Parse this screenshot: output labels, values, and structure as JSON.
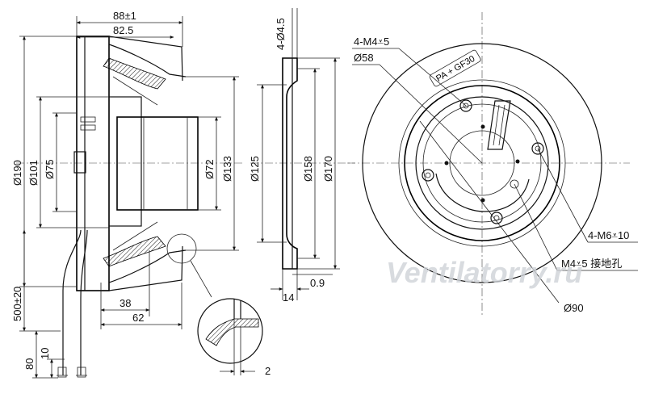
{
  "drawing": {
    "side_view": {
      "dims": {
        "overall_width": "88±1",
        "body_width": "82.5",
        "d190": "Ø190",
        "d101": "Ø101",
        "d75": "Ø75",
        "d72": "Ø72",
        "d133": "Ø133",
        "cable_len": "500±20",
        "w38": "38",
        "w62": "62",
        "c80": "80",
        "c10": "10"
      }
    },
    "section_view": {
      "dims": {
        "holes_top": "4-Ø4.5",
        "d125": "Ø125",
        "d158": "Ø158",
        "d170": "Ø170",
        "w14": "14",
        "w09": "0.9"
      }
    },
    "detail": {
      "dim": "2"
    },
    "front_view": {
      "labels": {
        "m4": "4-M4⩡5",
        "d58": "Ø58",
        "material": "PA + GF30",
        "m6": "4-M6⩡10",
        "m4_ground": "M4⩡5 接地孔",
        "d90": "Ø90"
      }
    },
    "watermark": "Ventilatorry.ru"
  }
}
